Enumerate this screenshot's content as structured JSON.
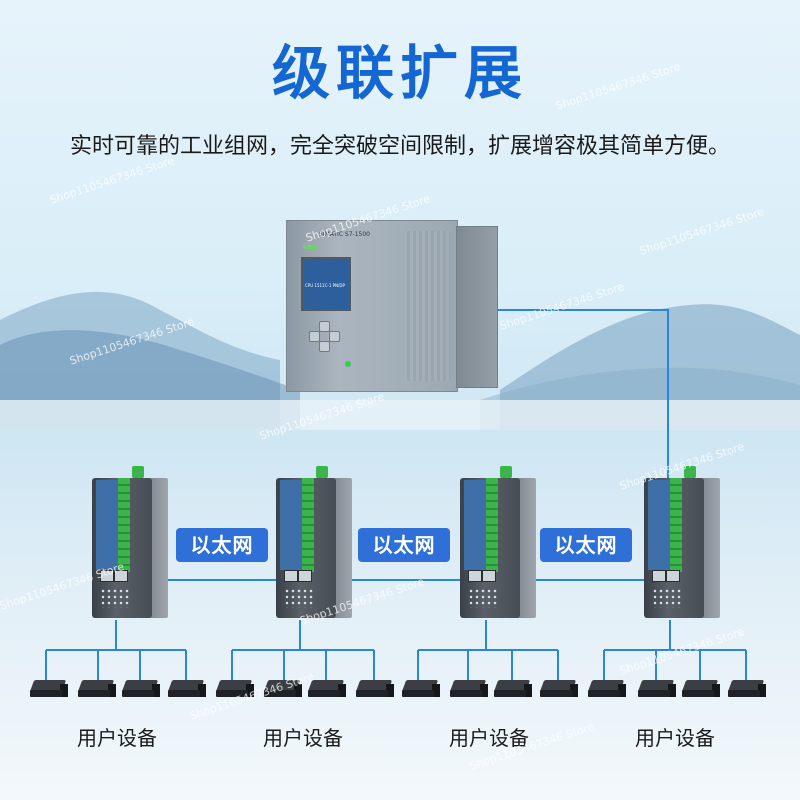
{
  "title": "级联扩展",
  "subtitle": "实时可靠的工业组网，完全突破空间限制，扩展增容极其简单方便。",
  "plc": {
    "label": "SIMATIC S7-1500",
    "screen_text": "CPU 1511C-1 PN/DP"
  },
  "ethernet_label": "以太网",
  "user_devices_label": "用户设备",
  "watermark": "Shop1105467346 Store",
  "colors": {
    "title": "#1466d2",
    "link_line": "#2a86d9",
    "ethernet_badge": "#2e6fd8",
    "terminal_green": "#39b54a"
  }
}
